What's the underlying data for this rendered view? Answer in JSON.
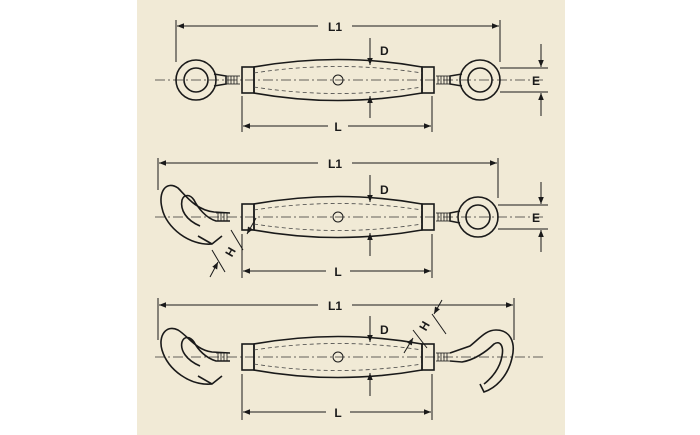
{
  "diagrams": [
    {
      "name": "eye-eye-turnbuckle",
      "labels": {
        "overall_length": "L1",
        "body_length": "L",
        "diameter": "D",
        "eye_height": "E"
      }
    },
    {
      "name": "hook-eye-turnbuckle",
      "labels": {
        "overall_length": "L1",
        "body_length": "L",
        "diameter": "D",
        "eye_height": "E",
        "hook_opening": "H"
      }
    },
    {
      "name": "hook-hook-turnbuckle",
      "labels": {
        "overall_length": "L1",
        "body_length": "L",
        "diameter": "D",
        "hook_opening": "H"
      }
    }
  ],
  "colors": {
    "paper": "#f1ead6",
    "ink": "#1a1a1a",
    "background": "#ffffff"
  }
}
